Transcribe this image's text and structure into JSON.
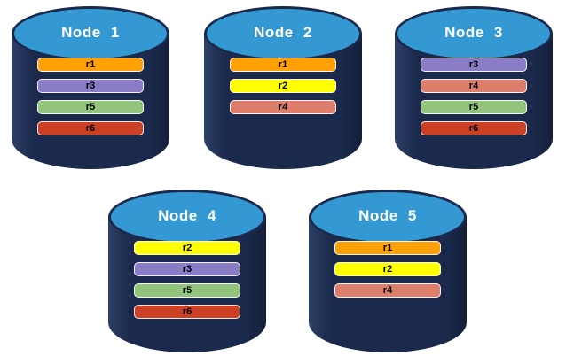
{
  "colors": {
    "page_background": "#FFFFFF",
    "cylinder_body": "#1B2A4C",
    "cylinder_body_highlight": "#2C3F66",
    "cylinder_body_shadow": "#141F3A",
    "cylinder_top": "#3498D3",
    "node_title_text": "#FFFFFF",
    "replica_label_text": "#000000",
    "replicas": {
      "r1": "#FFA007",
      "r2": "#FFFF00",
      "r3": "#8B7CC8",
      "r4": "#DC7E6B",
      "r5": "#93C47D",
      "r6": "#CC4125"
    }
  },
  "nodes": [
    {
      "label": "Node 1",
      "replicas": [
        "r1",
        "r3",
        "r5",
        "r6"
      ]
    },
    {
      "label": "Node 2",
      "replicas": [
        "r1",
        "r2",
        "r4"
      ]
    },
    {
      "label": "Node 3",
      "replicas": [
        "r3",
        "r4",
        "r5",
        "r6"
      ]
    },
    {
      "label": "Node 4",
      "replicas": [
        "r2",
        "r3",
        "r5",
        "r6"
      ]
    },
    {
      "label": "Node 5",
      "replicas": [
        "r1",
        "r2",
        "r4"
      ]
    }
  ]
}
